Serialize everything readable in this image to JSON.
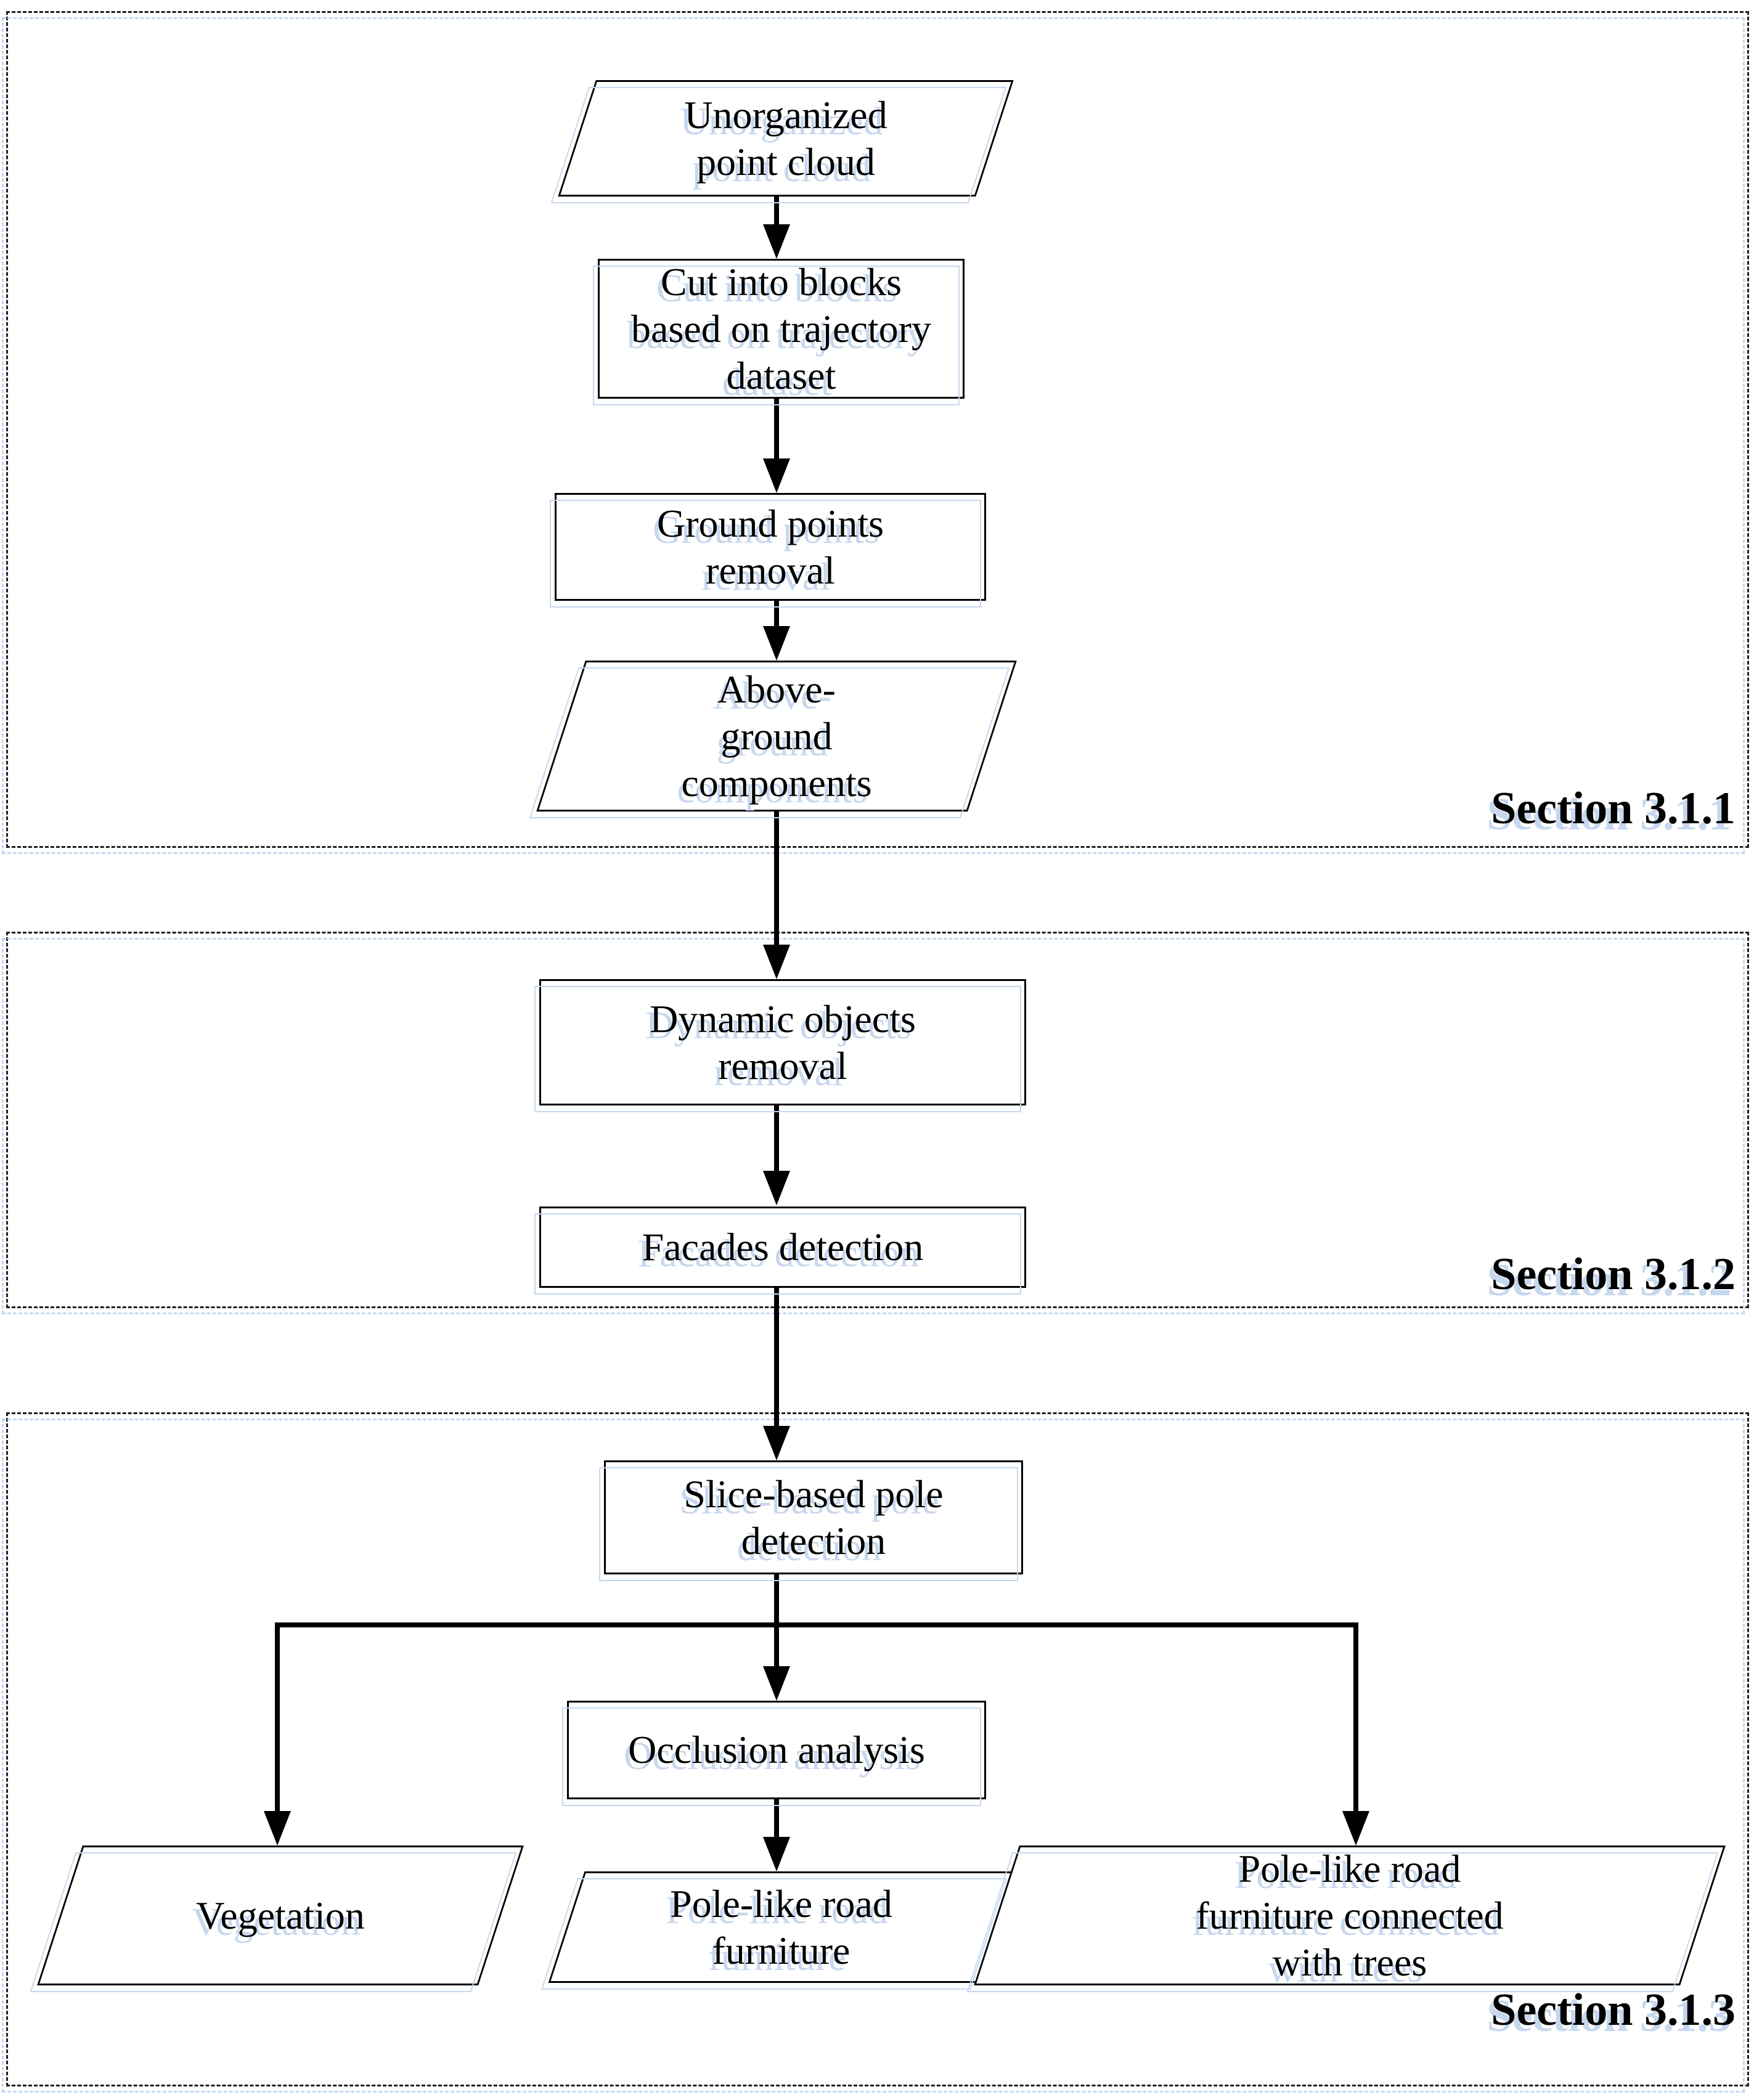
{
  "diagram": {
    "title_hint": "Point cloud processing flowchart",
    "colors": {
      "ink": "#000000",
      "shadow_blue": "#c7d7ee",
      "background": "#ffffff"
    },
    "sections": [
      {
        "label": "Section 3.1.1"
      },
      {
        "label": "Section 3.1.2"
      },
      {
        "label": "Section 3.1.3"
      }
    ],
    "nodes": {
      "unorganized": {
        "type": "parallelogram",
        "lines": [
          "Unorganized",
          "point cloud"
        ]
      },
      "cut_blocks": {
        "type": "rectangle",
        "lines": [
          "Cut into blocks",
          "based on trajectory",
          "dataset"
        ]
      },
      "ground_removal": {
        "type": "rectangle",
        "lines": [
          "Ground points",
          "removal"
        ]
      },
      "above_ground": {
        "type": "parallelogram",
        "lines": [
          "Above-",
          "ground",
          "components"
        ]
      },
      "dynamic_removal": {
        "type": "rectangle",
        "lines": [
          "Dynamic objects",
          "removal"
        ]
      },
      "facades": {
        "type": "rectangle",
        "lines": [
          "Facades detection"
        ]
      },
      "slice_pole": {
        "type": "rectangle",
        "lines": [
          "Slice-based pole",
          "detection"
        ]
      },
      "occlusion": {
        "type": "rectangle",
        "lines": [
          "Occlusion analysis"
        ]
      },
      "vegetation": {
        "type": "parallelogram",
        "lines": [
          "Vegetation"
        ]
      },
      "pole_furniture": {
        "type": "parallelogram",
        "lines": [
          "Pole-like road",
          "furniture"
        ]
      },
      "pole_trees": {
        "type": "parallelogram",
        "lines": [
          "Pole-like road",
          "furniture connected",
          "with trees"
        ]
      }
    }
  }
}
